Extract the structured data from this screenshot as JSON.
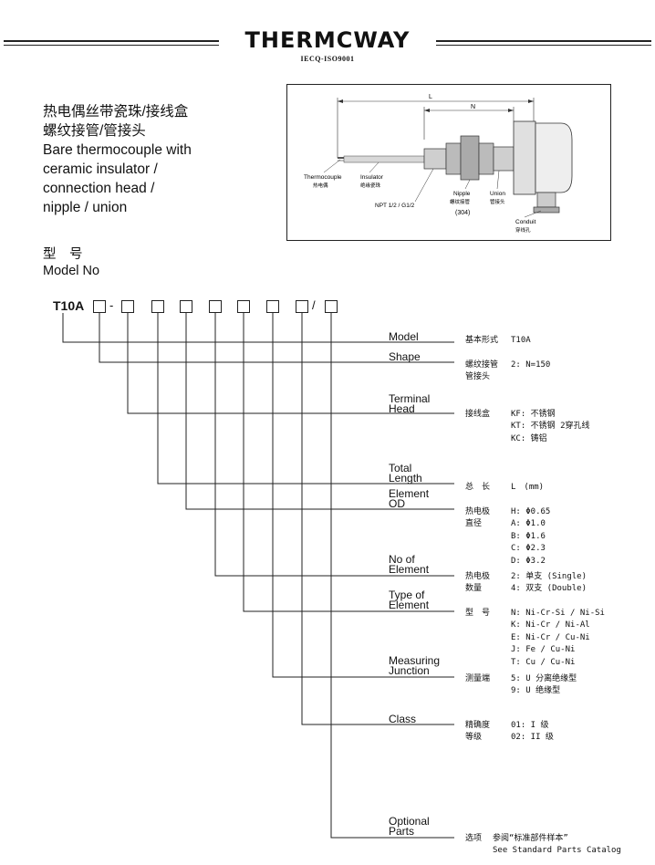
{
  "header": {
    "brand": "THERMCWAY",
    "certification": "IECQ-ISO9001"
  },
  "title": {
    "zh_line1": "热电偶丝带瓷珠/接线盒",
    "zh_line2": "螺纹接管/管接头",
    "en_line1": "Bare thermocouple with",
    "en_line2": "ceramic insulator /",
    "en_line3": "connection head /",
    "en_line4": "nipple / union"
  },
  "diagram": {
    "dim_L": "L",
    "dim_N": "N",
    "thermocouple": "Thermocouple",
    "thermocouple_zh": "热电偶",
    "insulator": "Insulator",
    "insulator_zh": "绝缘瓷珠",
    "thread": "NPT 1/2 / G1/2",
    "nipple": "Nipple",
    "nipple_zh": "螺纹接管",
    "nipple_material": "(304)",
    "union": "Union",
    "union_zh": "管接头",
    "conduit": "Conduit",
    "conduit_zh": "穿线孔"
  },
  "model_section": {
    "heading_zh": "型　号",
    "heading_en": "Model No",
    "prefix": "T10A",
    "dash": "-",
    "slash": "/"
  },
  "fields": [
    {
      "label1": "Model",
      "label2": ""
    },
    {
      "label1": "Shape",
      "label2": ""
    },
    {
      "label1": "Terminal",
      "label2": "Head"
    },
    {
      "label1": "Total",
      "label2": "Length"
    },
    {
      "label1": "Element",
      "label2": "OD"
    },
    {
      "label1": "No of",
      "label2": "Element"
    },
    {
      "label1": "Type of",
      "label2": "Element"
    },
    {
      "label1": "Measuring",
      "label2": "Junction"
    },
    {
      "label1": "Class",
      "label2": ""
    },
    {
      "label1": "Optional",
      "label2": "Parts"
    }
  ],
  "descriptions": {
    "model": {
      "name": "基本形式",
      "value": "T10A"
    },
    "shape": {
      "name1": "螺纹接管",
      "name2": "管接头",
      "value": "2: N=150"
    },
    "terminal_head": {
      "name": "接线盒",
      "options": [
        "KF: 不锈钢",
        "KT: 不锈钢 2穿孔线",
        "KC: 铸铝"
      ]
    },
    "total_length": {
      "name": "总　长",
      "value": "L　(mm)"
    },
    "element_od": {
      "name1": "热电极",
      "name2": "直径",
      "options": [
        "H: Φ0.65",
        "A: Φ1.0",
        "B: Φ1.6",
        "C: Φ2.3",
        "D: Φ3.2"
      ]
    },
    "no_of_element": {
      "name1": "热电极",
      "name2": "数量",
      "options": [
        "2: 单支 (Single)",
        "4: 双支 (Double)"
      ]
    },
    "type_of_element": {
      "name": "型　号",
      "options": [
        "N: Ni-Cr-Si / Ni-Si",
        "K: Ni-Cr / Ni-Al",
        "E: Ni-Cr / Cu-Ni",
        "J: Fe / Cu-Ni",
        "T: Cu / Cu-Ni"
      ]
    },
    "measuring_junction": {
      "name": "测量端",
      "options": [
        "5: U 分离绝缘型",
        "9: U 绝缘型"
      ]
    },
    "class": {
      "name1": "精确度",
      "name2": "等级",
      "options": [
        "01: I 级",
        "02: II 级"
      ]
    },
    "optional_parts": {
      "name": "选项",
      "value": "参阅“标准部件样本”",
      "value_en": "See Standard Parts Catalog"
    }
  }
}
